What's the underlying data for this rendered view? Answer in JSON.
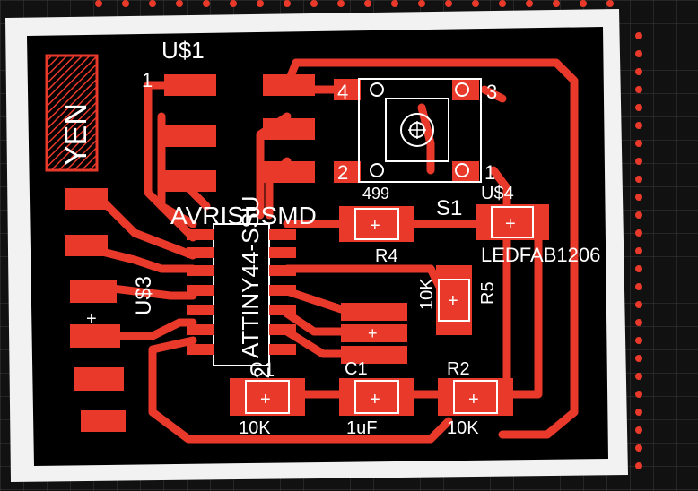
{
  "colors": {
    "background": "#000000",
    "board_outline": "#f2f2f2",
    "copper": "#e8392a",
    "silkscreen": "#ffffff",
    "grid": "#3a3a3a"
  },
  "labels": {
    "board_name": "YEN",
    "u1_name": "U$1",
    "u1_pin1": "1",
    "u1_value": "AVRISPSMD",
    "u3_name": "U$3",
    "ic_name": "C2",
    "ic_value": "ATTINY44-SSU",
    "s1_name": "S1",
    "s1_pin4": "4",
    "s1_pin3": "3",
    "s1_pin2": "2",
    "s1_pin1": "1",
    "r4_value": "499",
    "r4_name": "R4",
    "u4_name": "U$4",
    "u4_value": "LEDFAB1206",
    "r5_value": "10K",
    "r5_name": "R5",
    "c1_name": "C1",
    "c1_value": "1uF",
    "r2_name": "R2",
    "r2_value": "10K",
    "left_res_name": "C1",
    "left_res_value": "10K"
  }
}
